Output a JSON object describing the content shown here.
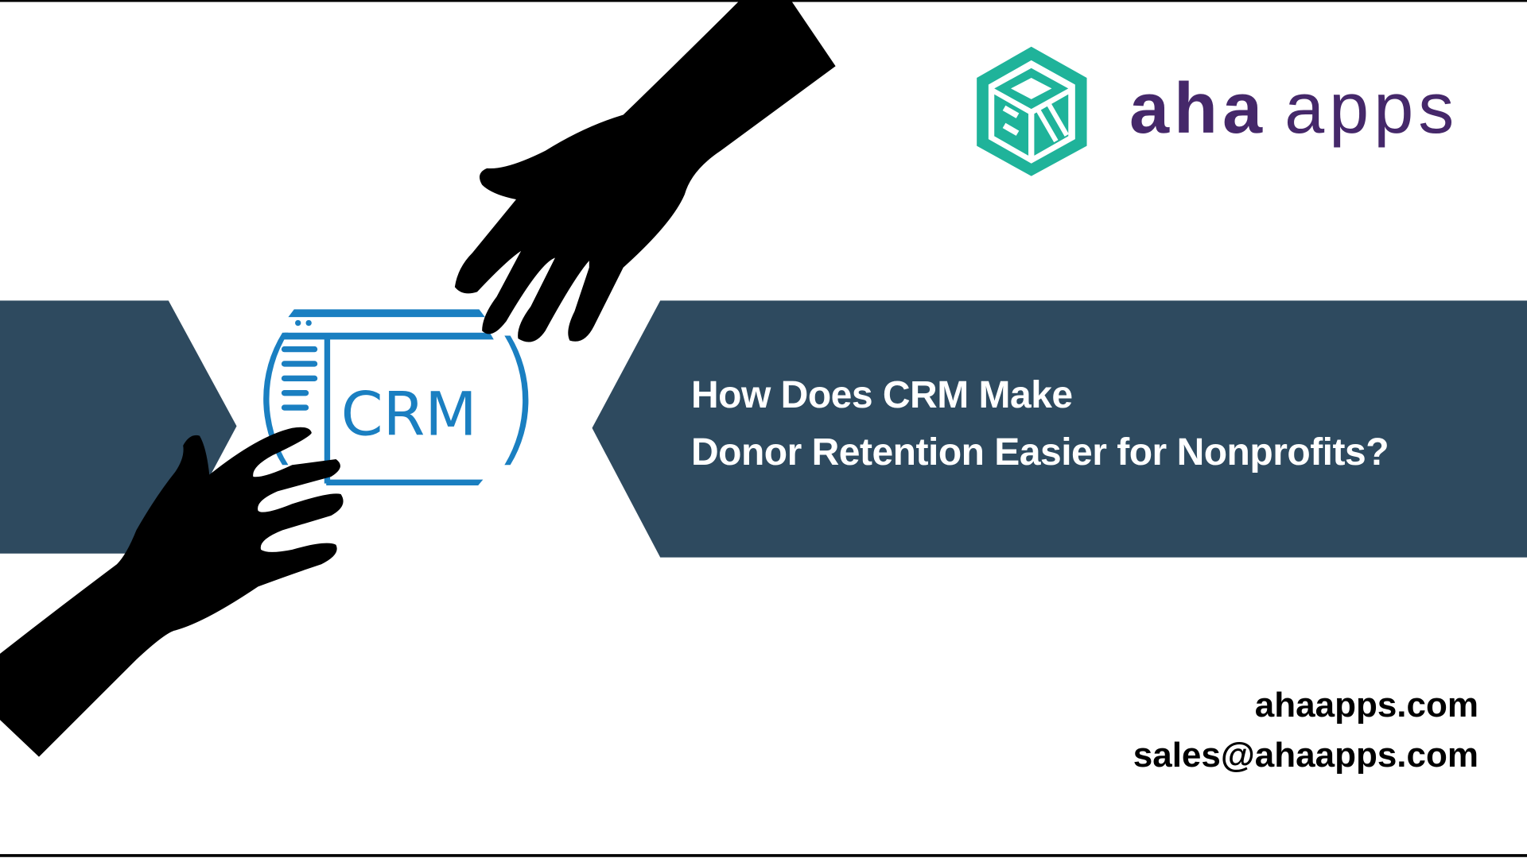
{
  "title": {
    "line1": "How Does CRM Make",
    "line2": "Donor Retention Easier for Nonprofits?"
  },
  "logo": {
    "word1": "aha",
    "word2": "apps",
    "mark_color": "#1fb39a",
    "text_color": "#45286a"
  },
  "icon": {
    "label": "CRM",
    "color": "#1a7fc1"
  },
  "contact": {
    "website": "ahaapps.com",
    "email": "sales@ahaapps.com"
  },
  "colors": {
    "band": "#2e4a5f"
  }
}
